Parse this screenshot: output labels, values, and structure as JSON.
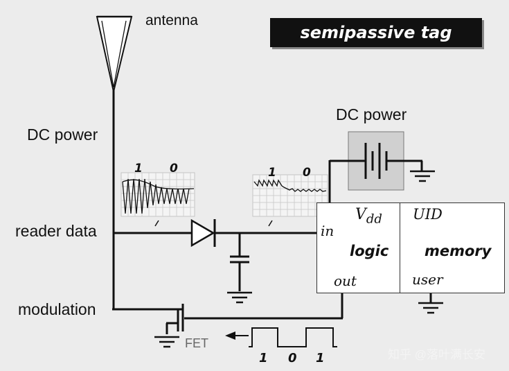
{
  "title": "semipassive tag",
  "labels": {
    "antenna": "antenna",
    "dc_power_left": "DC power",
    "reader_data": "reader data",
    "modulation": "modulation",
    "dc_power_battery": "DC power",
    "fet": "FET"
  },
  "chip": {
    "in": "in",
    "vdd_main": "V",
    "vdd_sub": "dd",
    "logic": "logic",
    "out": "out",
    "uid": "UID",
    "memory": "memory",
    "user": "user"
  },
  "waveform_left": {
    "bit1": "1",
    "bit0": "0"
  },
  "waveform_right": {
    "bit1": "1",
    "bit0": "0"
  },
  "bits": [
    "1",
    "0",
    "1"
  ],
  "watermark": "知乎 @落叶满长安",
  "colors": {
    "background": "#ececec",
    "title_bg": "#111111",
    "battery_bg": "#d0d0d0",
    "scope_grid": "#c4c4c4"
  }
}
